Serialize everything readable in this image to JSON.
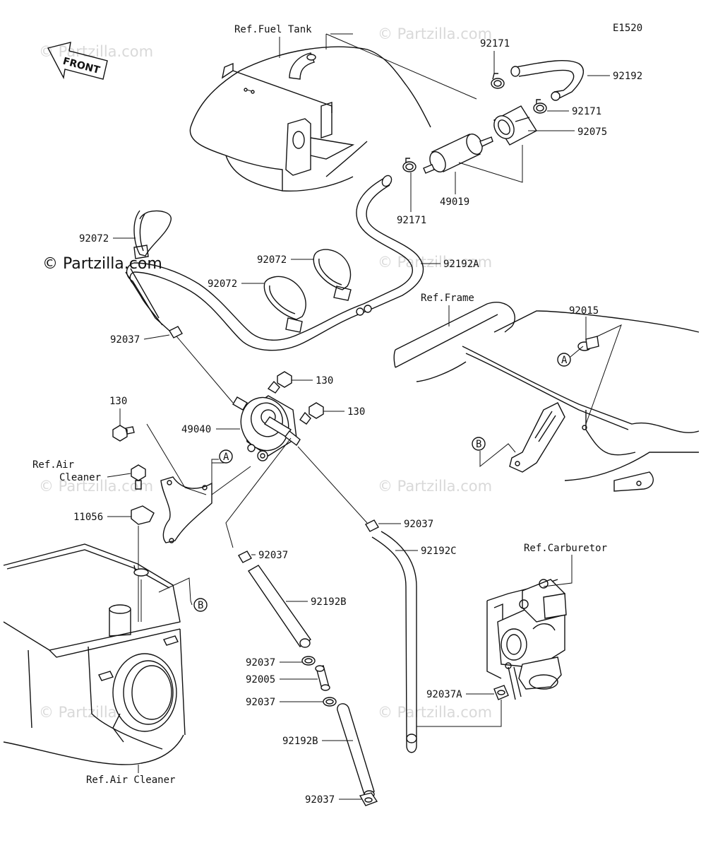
{
  "diagram_id": "E1520",
  "watermark": "© Partzilla.com",
  "front_label": "FRONT",
  "callouts": {
    "ref_fuel_tank": "Ref.Fuel Tank",
    "ref_frame": "Ref.Frame",
    "ref_air_cleaner_top": "Ref.Air",
    "ref_air_cleaner_top2": "Cleaner",
    "ref_air_cleaner_bottom": "Ref.Air Cleaner",
    "ref_carburetor": "Ref.Carburetor",
    "marker_a": "A",
    "marker_b": "B"
  },
  "parts": {
    "p92171_a": "92171",
    "p92192": "92192",
    "p92171_b": "92171",
    "p92075": "92075",
    "p49019": "49019",
    "p92171_c": "92171",
    "p92072_a": "92072",
    "p92072_b": "92072",
    "p92072_c": "92072",
    "p92192A": "92192A",
    "p92037_a": "92037",
    "p92015": "92015",
    "p130_a": "130",
    "p130_b": "130",
    "p130_c": "130",
    "p49040": "49040",
    "p11056": "11056",
    "p92037_b": "92037",
    "p92037_c": "92037",
    "p92192C": "92192C",
    "p92192B_a": "92192B",
    "p92037_d": "92037",
    "p92005": "92005",
    "p92037_e": "92037",
    "p92037A": "92037A",
    "p92192B_b": "92192B",
    "p92037_f": "92037"
  }
}
